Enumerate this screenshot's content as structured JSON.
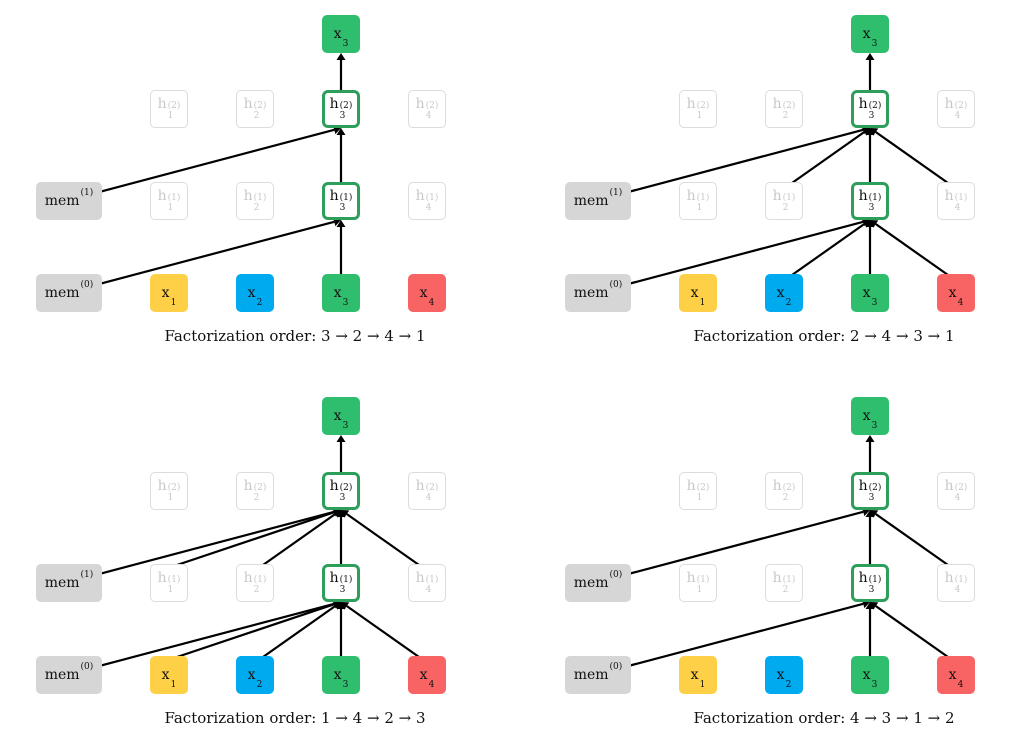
{
  "colors": {
    "x1": "#fdd047",
    "x2": "#00aaee",
    "x3": "#2fbe6e",
    "x4": "#f86363",
    "mem": "#d6d6d6",
    "active_border": "#2e9e5b",
    "ghost": "#dcdcdc",
    "arrow": "#000000"
  },
  "panels": [
    {
      "caption": "Factorization order: 3 → 2 → 4 → 1",
      "mem_top": {
        "base": "mem",
        "sup": "(1)"
      },
      "mem_bottom": {
        "base": "mem",
        "sup": "(0)"
      },
      "layer2_sources": [
        "mem"
      ],
      "layer1_sources": [
        "mem"
      ]
    },
    {
      "caption": "Factorization order: 2 → 4 → 3 → 1",
      "mem_top": {
        "base": "mem",
        "sup": "(1)"
      },
      "mem_bottom": {
        "base": "mem",
        "sup": "(0)"
      },
      "layer2_sources": [
        "mem",
        "h2",
        "h4"
      ],
      "layer1_sources": [
        "mem",
        "x2",
        "x4"
      ]
    },
    {
      "caption": "Factorization order: 1 → 4 → 2 → 3",
      "mem_top": {
        "base": "mem",
        "sup": "(1)"
      },
      "mem_bottom": {
        "base": "mem",
        "sup": "(0)"
      },
      "layer2_sources": [
        "mem",
        "h1",
        "h2",
        "h4"
      ],
      "layer1_sources": [
        "mem",
        "x1",
        "x2",
        "x4"
      ]
    },
    {
      "caption": "Factorization order: 4 → 3 → 1 → 2",
      "mem_top": {
        "base": "mem",
        "sup": "(0)"
      },
      "mem_bottom": {
        "base": "mem",
        "sup": "(0)"
      },
      "layer2_sources": [
        "mem",
        "h4"
      ],
      "layer1_sources": [
        "mem",
        "x4"
      ]
    }
  ],
  "tokens": [
    {
      "id": "x1",
      "base": "x",
      "sub": "1"
    },
    {
      "id": "x2",
      "base": "x",
      "sub": "2"
    },
    {
      "id": "x3",
      "base": "x",
      "sub": "3"
    },
    {
      "id": "x4",
      "base": "x",
      "sub": "4"
    }
  ],
  "output": {
    "base": "x",
    "sub": "3"
  },
  "hidden_layer1": [
    {
      "id": "h1",
      "base": "h",
      "sub": "1",
      "sup": "(1)"
    },
    {
      "id": "h2",
      "base": "h",
      "sub": "2",
      "sup": "(1)"
    },
    {
      "id": "h3",
      "base": "h",
      "sub": "3",
      "sup": "(1)"
    },
    {
      "id": "h4",
      "base": "h",
      "sub": "4",
      "sup": "(1)"
    }
  ],
  "hidden_layer2": [
    {
      "id": "h1",
      "base": "h",
      "sub": "1",
      "sup": "(2)"
    },
    {
      "id": "h2",
      "base": "h",
      "sub": "2",
      "sup": "(2)"
    },
    {
      "id": "h3",
      "base": "h",
      "sub": "3",
      "sup": "(2)"
    },
    {
      "id": "h4",
      "base": "h",
      "sub": "4",
      "sup": "(2)"
    }
  ]
}
